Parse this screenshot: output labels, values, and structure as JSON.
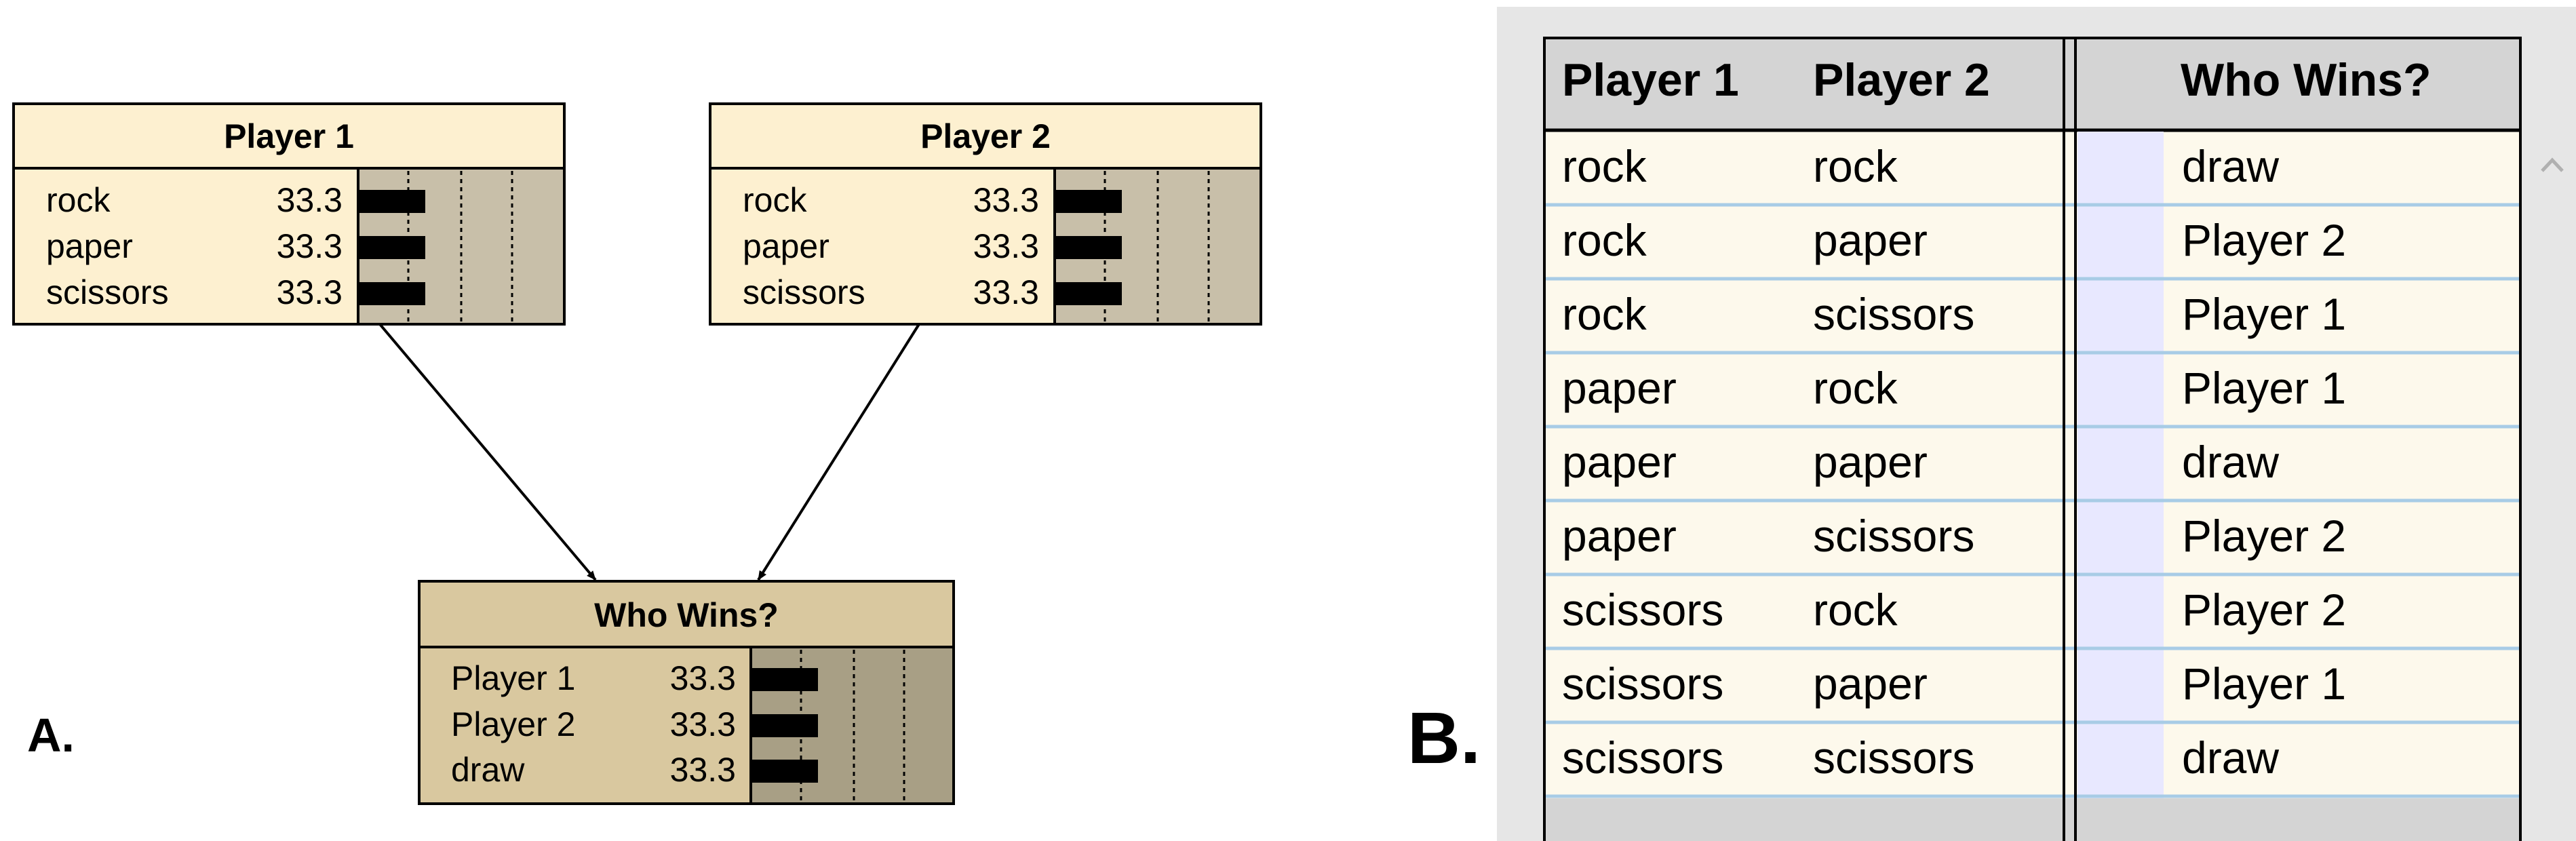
{
  "panel_a": {
    "label": "A.",
    "nodes": [
      {
        "title": "Player 1",
        "states": [
          {
            "label": "rock",
            "value": "33.3",
            "fraction": 0.333
          },
          {
            "label": "paper",
            "value": "33.3",
            "fraction": 0.333
          },
          {
            "label": "scissors",
            "value": "33.3",
            "fraction": 0.333
          }
        ]
      },
      {
        "title": "Player 2",
        "states": [
          {
            "label": "rock",
            "value": "33.3",
            "fraction": 0.333
          },
          {
            "label": "paper",
            "value": "33.3",
            "fraction": 0.333
          },
          {
            "label": "scissors",
            "value": "33.3",
            "fraction": 0.333
          }
        ]
      },
      {
        "title": "Who Wins?",
        "states": [
          {
            "label": "Player 1",
            "value": "33.3",
            "fraction": 0.333
          },
          {
            "label": "Player 2",
            "value": "33.3",
            "fraction": 0.333
          },
          {
            "label": "draw",
            "value": "33.3",
            "fraction": 0.333
          }
        ]
      }
    ],
    "edges": [
      {
        "from": "Player 1",
        "to": "Who Wins?"
      },
      {
        "from": "Player 2",
        "to": "Who Wins?"
      }
    ],
    "colors": {
      "input_node_body": "#fdf0d0",
      "input_bar_area": "#c8bfa9",
      "output_node_header": "#d9c89f",
      "output_node_body": "#d9c89f",
      "output_bar_area": "#a89f85"
    }
  },
  "panel_b": {
    "label": "B.",
    "headers": [
      "Player 1",
      "Player 2",
      "Who Wins?"
    ],
    "rows": [
      [
        "rock",
        "rock",
        "draw"
      ],
      [
        "rock",
        "paper",
        "Player 2"
      ],
      [
        "rock",
        "scissors",
        "Player 1"
      ],
      [
        "paper",
        "rock",
        "Player 1"
      ],
      [
        "paper",
        "paper",
        "draw"
      ],
      [
        "paper",
        "scissors",
        "Player 2"
      ],
      [
        "scissors",
        "rock",
        "Player 2"
      ],
      [
        "scissors",
        "paper",
        "Player 1"
      ],
      [
        "scissors",
        "scissors",
        "draw"
      ]
    ],
    "colors": {
      "frame": "#e6e6e6",
      "header": "#d4d4d4",
      "cell": "#fdf9ec",
      "row_line": "#a8cce6",
      "side_cell": "#e8e8ff"
    },
    "scrollbar_icon": "chevron-up-icon"
  }
}
